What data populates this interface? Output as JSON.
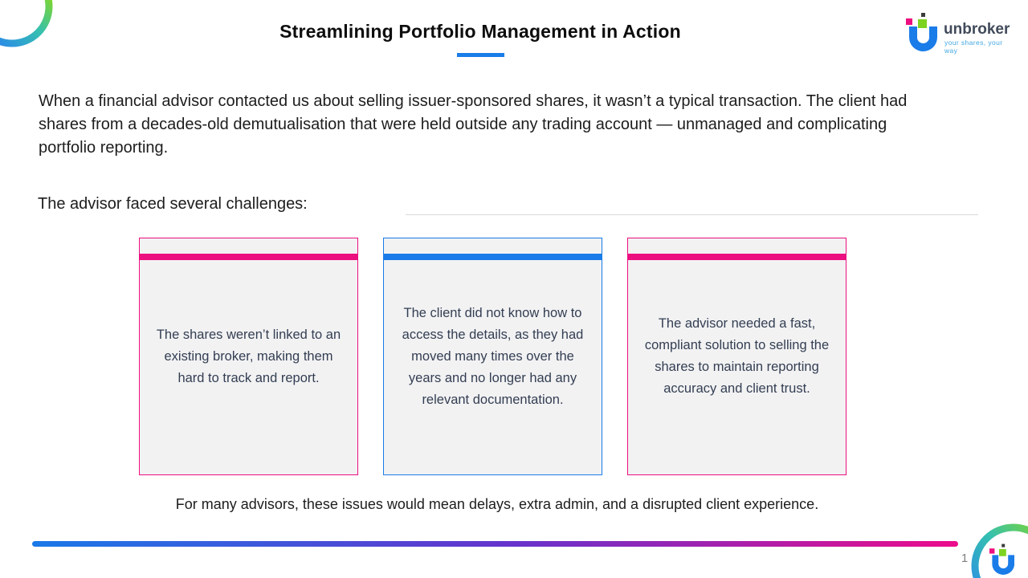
{
  "slide": {
    "title": "Streamlining Portfolio Management in Action",
    "intro": "When a financial advisor contacted us about selling issuer-sponsored shares, it wasn’t a typical transaction. The client had shares from a decades-old demutualisation that were held outside any trading account — unmanaged and complicating portfolio reporting.",
    "challenges_heading": "The advisor faced several challenges:",
    "cards": [
      {
        "text": "The shares weren’t linked to an existing broker, making them hard to track and report.",
        "accent": "#ec0f7f"
      },
      {
        "text": "The client did not know how to access the details, as they had moved many times over the years and no longer had any relevant documentation.",
        "accent": "#1a7ce8"
      },
      {
        "text": "The advisor needed a fast, compliant solution to selling the shares to maintain reporting accuracy and client trust.",
        "accent": "#ec0f7f"
      }
    ],
    "footnote": "For many advisors, these issues would mean delays, extra admin, and a disrupted client experience.",
    "page_number": "1",
    "brand": {
      "name": "unbroker",
      "tagline": "your shares, your way"
    },
    "colors": {
      "accent_blue": "#1a7ce8",
      "accent_pink": "#ec0f7f",
      "card_background": "#f2f2f3",
      "card_text": "#333e52",
      "body_text": "#1d1d1d",
      "divider": "#d9d9d9",
      "page_number_gray": "#808080",
      "brand_text": "#414b5a",
      "tagline_blue": "#41a7e0",
      "logo_green": "#7ed321",
      "logo_dark": "#3c3c3c",
      "footer_line_gradient": [
        "#1a79e8",
        "#6633cc",
        "#ec0c8b"
      ],
      "ring_gradient": [
        "#2b8be8",
        "#35c0b0",
        "#7ed62f"
      ]
    }
  }
}
